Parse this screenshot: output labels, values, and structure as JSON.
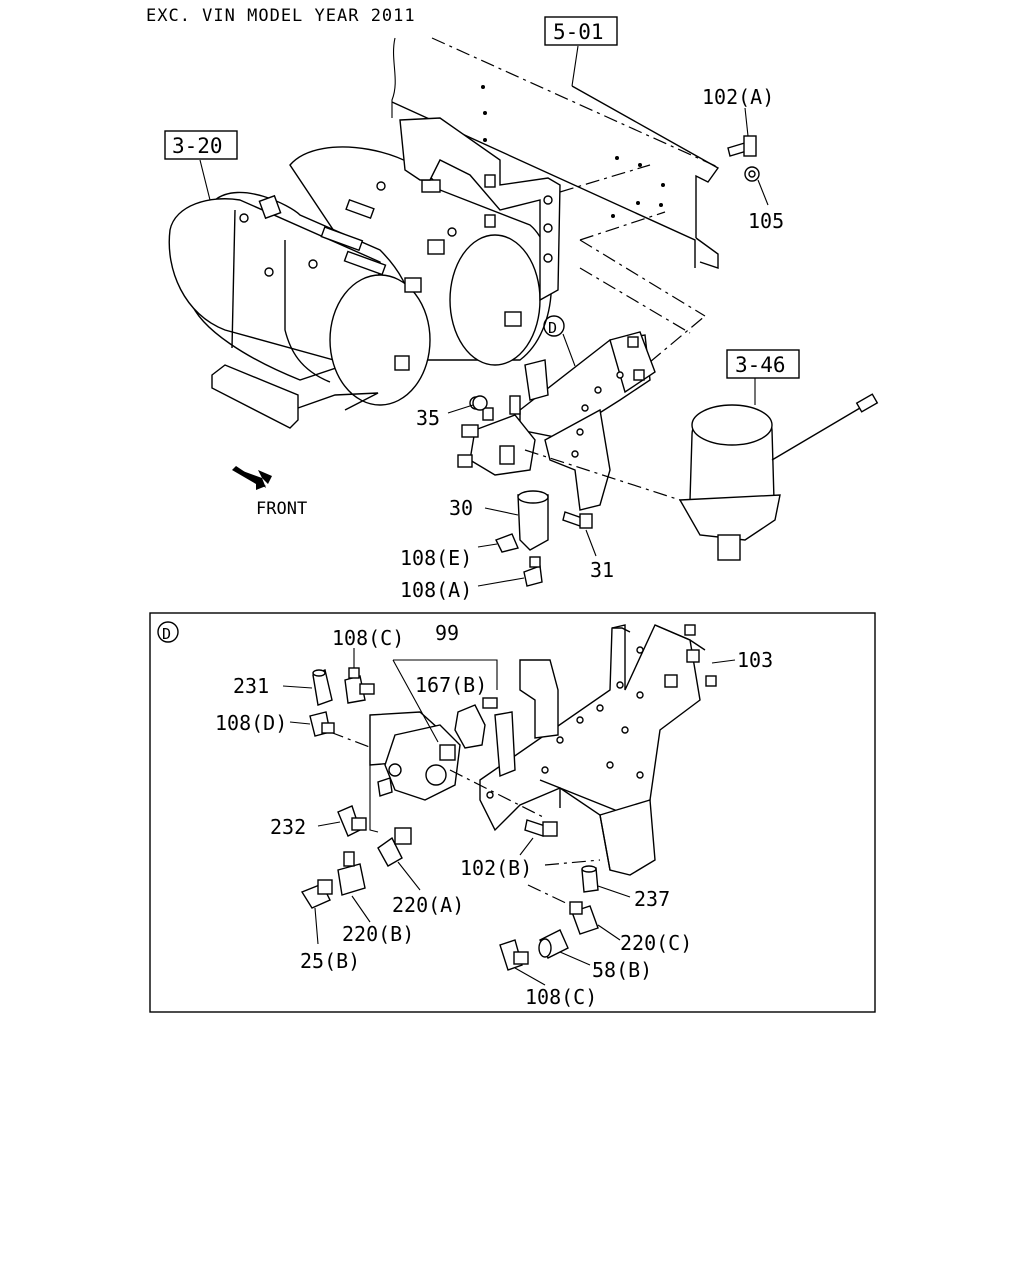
{
  "header": "EXC. VIN MODEL YEAR 2011",
  "refs": {
    "r501": "5-01",
    "r320": "3-20",
    "r346": "3-46"
  },
  "front_label": "FRONT",
  "detail_marker": "D",
  "labels": {
    "l102a": "102(A)",
    "l105": "105",
    "l35": "35",
    "l30": "30",
    "l31": "31",
    "l108e": "108(E)",
    "l108a": "108(A)",
    "d108c_top": "108(C)",
    "d99": "99",
    "d167b": "167(B)",
    "d103": "103",
    "d231": "231",
    "d108d": "108(D)",
    "d232": "232",
    "d102b": "102(B)",
    "d237": "237",
    "d220a": "220(A)",
    "d220b": "220(B)",
    "d220c": "220(C)",
    "d25b": "25(B)",
    "d58b": "58(B)",
    "d108c_bot": "108(C)"
  }
}
